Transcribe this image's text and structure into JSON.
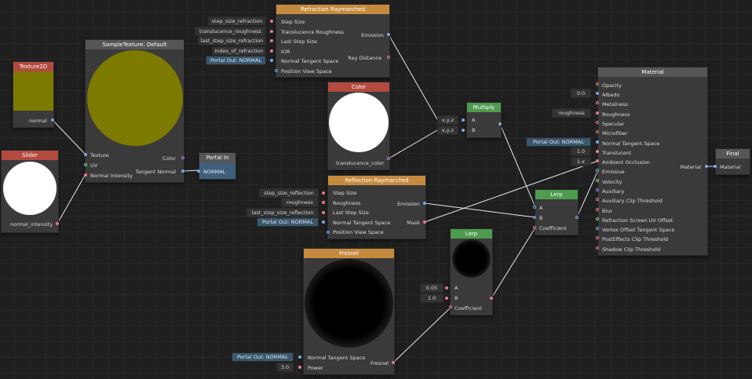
{
  "nodes": {
    "texture2d": {
      "title": "Texture2D",
      "out_label": "normal",
      "swatch": "#7d7a00"
    },
    "slider": {
      "title": "Slider",
      "out_label": "normal_intensity"
    },
    "sample_texture": {
      "title": "SampleTexture: Default",
      "inputs": [
        "Texture",
        "UV",
        "Normal Intensity"
      ],
      "outputs": [
        "Color",
        "Tangent Normal"
      ]
    },
    "portal_in": {
      "title": "Portal In",
      "field": "NORMAL"
    },
    "refraction": {
      "title": "Refraction Raymarched",
      "inputs": [
        "Step Size",
        "Translucence Roughness",
        "Last Step Size",
        "IOR",
        "Normal Tangent Space",
        "Position View Space"
      ],
      "outputs": [
        "Emission",
        "Ray Distance"
      ],
      "input_chips": [
        "step_size_refraction",
        "translucence_roughness",
        "last_step_size_refraction",
        "index_of_refraction",
        "Portal Out: NORMAL"
      ]
    },
    "color": {
      "title": "Color",
      "out_label": "translucence_color"
    },
    "multiply": {
      "title": "Multiply",
      "inputs": [
        "A",
        "B"
      ],
      "chips": [
        "x,y,z",
        "x,y,z"
      ]
    },
    "reflection": {
      "title": "Reflection Raymarched",
      "inputs": [
        "Step Size",
        "Roughness",
        "Last Step Size",
        "Normal Tangent Space",
        "Position View Space"
      ],
      "outputs": [
        "Emission",
        "Mask"
      ],
      "input_chips": [
        "step_size_reflection",
        "roughness",
        "last_step_size_reflection",
        "Portal Out: NORMAL"
      ]
    },
    "lerp1": {
      "title": "Lerp",
      "inputs": [
        "A",
        "B",
        "Coefficient"
      ]
    },
    "lerp2": {
      "title": "Lerp",
      "inputs": [
        "A",
        "B",
        "Coefficient"
      ],
      "chips": [
        "0.05",
        "1.0"
      ]
    },
    "fresnel": {
      "title": "Fresnel",
      "inputs": [
        "Normal Tangent Space",
        "Power"
      ],
      "outputs": [
        "Fresnel"
      ],
      "chips": [
        "Portal Out: NORMAL",
        "3.0"
      ]
    },
    "material": {
      "title": "Material",
      "inputs": [
        "Opacity",
        "Albedo",
        "Metalness",
        "Roughness",
        "Specular",
        "Microfiber",
        "Normal Tangent Space",
        "Translucent",
        "Ambient Occlusion",
        "Emissive",
        "Velocity",
        "Auxiliary",
        "Auxiliary Clip Threshold",
        "Blur",
        "Refraction Screen UV Offset",
        "Vertex Offset Tangent Space",
        "PostEffects Clip Threshold",
        "Shadow Clip Threshold"
      ],
      "output": "Material",
      "chips": {
        "albedo": "0.0",
        "roughness": "roughness",
        "normal": "Portal Out: NORMAL",
        "translucent": "1.0",
        "ao": "1-x"
      }
    },
    "final": {
      "title": "Final",
      "input": "Material"
    }
  },
  "colors": {
    "accent_orange": "#c68a3e",
    "accent_red": "#b24a40",
    "accent_green": "#4e9a4e",
    "background": "#1f1f1f"
  }
}
